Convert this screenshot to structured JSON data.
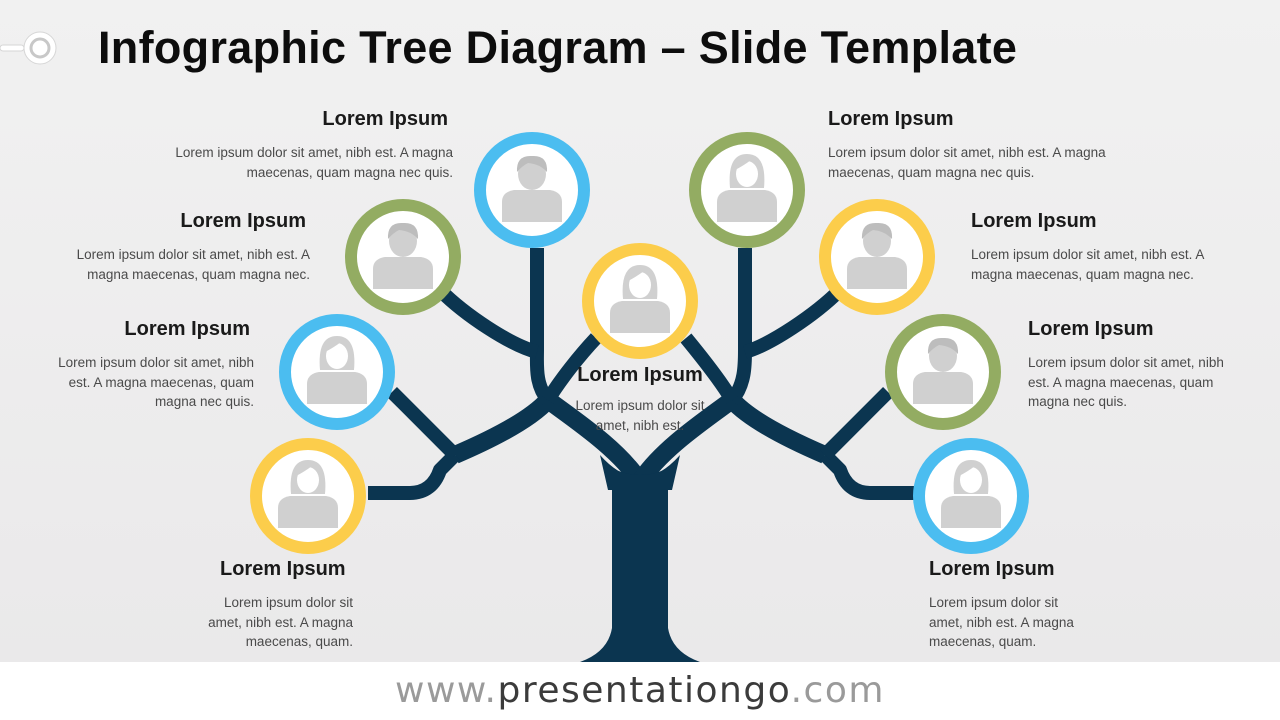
{
  "title": "Infographic Tree Diagram – Slide Template",
  "colors": {
    "trunk": "#0b3550",
    "blue": "#4bbdf0",
    "green": "#93ac62",
    "yellow": "#fccd4b",
    "avatar": "#d0d0d0"
  },
  "nodes": [
    {
      "id": "top-left",
      "title": "Lorem Ipsum",
      "desc": "Lorem ipsum dolor sit amet, nibh est. A magna maecenas, quam magna nec quis.",
      "color": "blue",
      "avatar": "male"
    },
    {
      "id": "upper-left",
      "title": "Lorem Ipsum",
      "desc": "Lorem ipsum dolor sit amet, nibh est. A magna maecenas, quam magna nec.",
      "color": "green",
      "avatar": "male"
    },
    {
      "id": "middle-left",
      "title": "Lorem Ipsum",
      "desc": "Lorem ipsum dolor sit amet, nibh est. A magna maecenas, quam magna nec quis.",
      "color": "blue",
      "avatar": "female"
    },
    {
      "id": "lower-left",
      "title": "Lorem Ipsum",
      "desc": "Lorem ipsum dolor sit amet, nibh est. A magna maecenas, quam.",
      "color": "yellow",
      "avatar": "female"
    },
    {
      "id": "center",
      "title": "Lorem Ipsum",
      "desc": "Lorem ipsum dolor sit amet, nibh est.",
      "color": "yellow",
      "avatar": "female"
    },
    {
      "id": "top-right",
      "title": "Lorem Ipsum",
      "desc": "Lorem ipsum dolor sit amet, nibh est. A magna maecenas, quam magna nec quis.",
      "color": "green",
      "avatar": "female"
    },
    {
      "id": "upper-right",
      "title": "Lorem Ipsum",
      "desc": "Lorem ipsum dolor sit amet, nibh est. A magna maecenas, quam magna nec.",
      "color": "yellow",
      "avatar": "male"
    },
    {
      "id": "middle-right",
      "title": "Lorem Ipsum",
      "desc": "Lorem ipsum dolor sit amet, nibh est. A magna maecenas, quam magna nec quis.",
      "color": "green",
      "avatar": "male"
    },
    {
      "id": "lower-right",
      "title": "Lorem Ipsum",
      "desc": "Lorem ipsum dolor sit amet, nibh est. A magna maecenas, quam.",
      "color": "blue",
      "avatar": "female"
    }
  ],
  "footer": {
    "prefix": "www.",
    "domain": "presentationgo",
    "suffix": ".com"
  }
}
